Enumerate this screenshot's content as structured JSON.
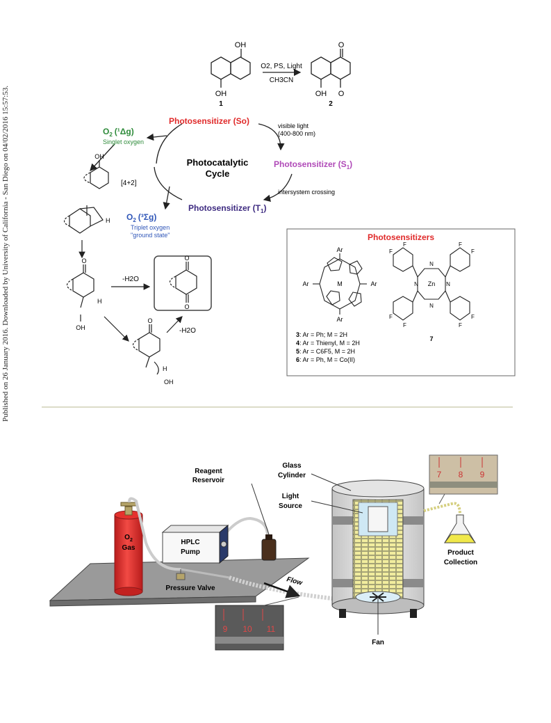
{
  "side_note": "Published on 26 January 2016. Downloaded by University of California - San Diego on 04/02/2016 15:57:53.",
  "reaction": {
    "conditions_top": "O2, PS, Light",
    "conditions_bottom": "CH3CN",
    "start_label": "1",
    "product_label": "2",
    "oh": "OH",
    "o": "O"
  },
  "cycle": {
    "title_line1": "Photocatalytic",
    "title_line2": "Cycle",
    "s0": "Photosensitizer (So)",
    "s1": "Photosensitizer (S",
    "s1_sub": "1",
    "t1": "Photosensitizer (T",
    "t1_sub": "1",
    "visible_light_1": "visible light",
    "visible_light_2": "(400-800 nm)",
    "isc": "intersystem crossing",
    "singlet_o2": "O",
    "singlet_o2_sub": "2",
    "singlet_state": "(¹Δg)",
    "singlet_label": "Singlet oxygen",
    "triplet_o2": "O",
    "triplet_o2_sub": "2",
    "triplet_state": "(³Σg)",
    "triplet_label_1": "Triplet oxygen",
    "triplet_label_2": "\"ground state\"",
    "cycloaddition": "[4+2]",
    "h": "H",
    "minus_h2o_1": "-H2O",
    "minus_h2o_2": "-H2O"
  },
  "photosensitizers": {
    "title": "Photosensitizers",
    "ar": "Ar",
    "m": "M",
    "n": "N",
    "f": "F",
    "zn": "Zn",
    "legend": [
      {
        "num": "3",
        "text": ": Ar = Ph; M = 2H"
      },
      {
        "num": "4",
        "text": ": Ar = Thienyl, M = 2H"
      },
      {
        "num": "5",
        "text": ": Ar = C6F5, M = 2H"
      },
      {
        "num": "6",
        "text": ": Ar = Ph, M = Co(II)"
      }
    ],
    "compound7": "7"
  },
  "apparatus": {
    "reagent_reservoir_1": "Reagent",
    "reagent_reservoir_2": "Reservoir",
    "glass_cylinder_1": "Glass",
    "glass_cylinder_2": "Cylinder",
    "light_source_1": "Light",
    "light_source_2": "Source",
    "o2_gas_1": "O",
    "o2_gas_sub": "2",
    "o2_gas_2": "Gas",
    "hplc_1": "HPLC",
    "hplc_2": "Pump",
    "pressure_valve": "Pressure Valve",
    "flow": "Flow",
    "fan": "Fan",
    "product_1": "Product",
    "product_2": "Collection",
    "ruler_top": [
      "7",
      "8",
      "9"
    ],
    "ruler_bottom": [
      "9",
      "10",
      "11"
    ]
  },
  "colors": {
    "s0": "#e02a2a",
    "s1": "#b04ab8",
    "t1": "#3d2a80",
    "singlet": "#2e8b3a",
    "triplet": "#2f56b8",
    "ps_title": "#e02a2a",
    "cylinder_red": "#e5312d"
  }
}
